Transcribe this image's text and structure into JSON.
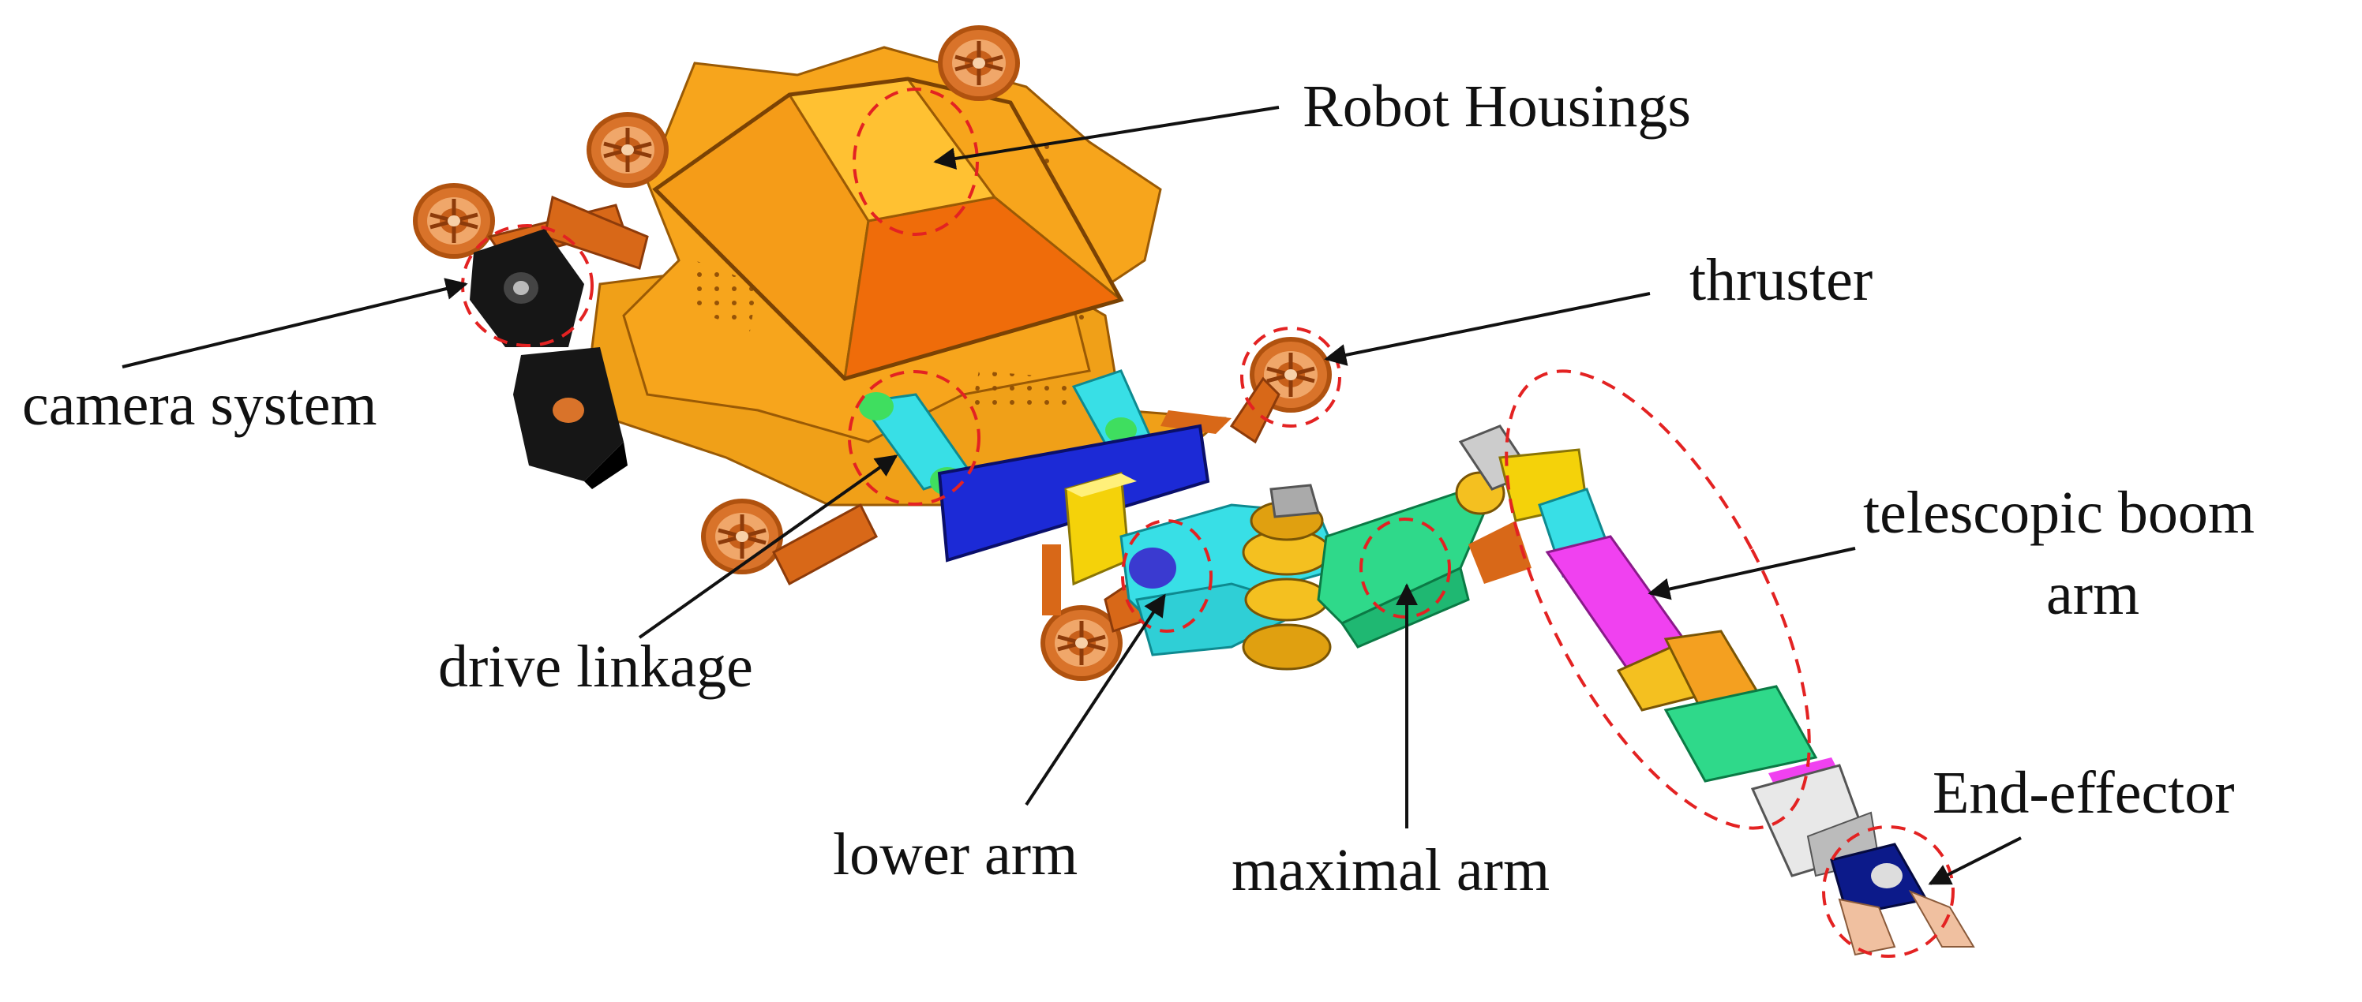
{
  "labels": {
    "robot_housings": "Robot Housings",
    "thruster": "thruster",
    "camera_system": "camera system",
    "telescopic_boom_line1": "telescopic boom",
    "telescopic_boom_line2": "arm",
    "drive_linkage": "drive linkage",
    "end_effector": "End-effector",
    "lower_arm": "lower arm",
    "maximal_arm": "maximal arm"
  },
  "colors": {
    "housing_orange": "#f7a51c",
    "housing_dark": "#ef6c0a",
    "housing_light": "#ffc132",
    "thruster_copper": "#c8601a",
    "thruster_light": "#f0a76a",
    "camera_black": "#161616",
    "linkage_cyan": "#38dfe6",
    "joint_green": "#3fde5f",
    "plate_blue": "#1c2ad6",
    "block_yellow": "#f4d20a",
    "boom_magenta": "#f041f0",
    "arm_green": "#2fd98a",
    "gripper_navy": "#0c1a8a",
    "callout_red": "#e32222"
  }
}
